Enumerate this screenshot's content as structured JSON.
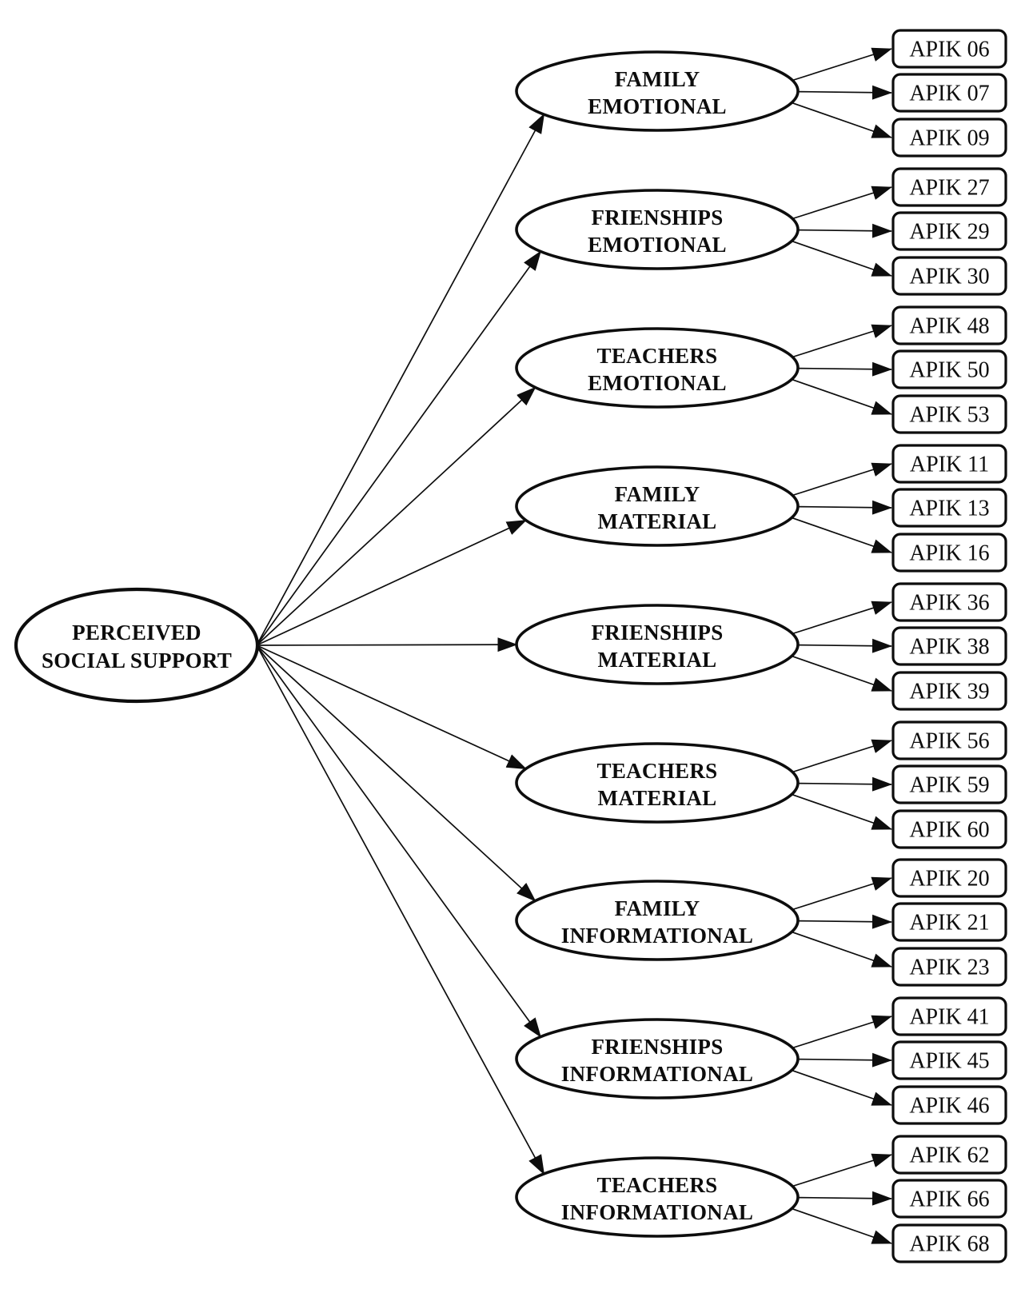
{
  "figure": {
    "type": "cfa-path-diagram",
    "colors": {
      "ink": "#0d0d0d",
      "node_fill": "#ffffff",
      "background": "#ffffff"
    },
    "root": {
      "label_lines": [
        "PERCEIVED",
        "SOCIAL SUPPORT"
      ]
    },
    "factors": [
      {
        "label_lines": [
          "FAMILY",
          "EMOTIONAL"
        ],
        "items": [
          "APIK 06",
          "APIK 07",
          "APIK 09"
        ]
      },
      {
        "label_lines": [
          "FRIENSHIPS",
          "EMOTIONAL"
        ],
        "items": [
          "APIK 27",
          "APIK 29",
          "APIK 30"
        ]
      },
      {
        "label_lines": [
          "TEACHERS",
          "EMOTIONAL"
        ],
        "items": [
          "APIK 48",
          "APIK 50",
          "APIK 53"
        ]
      },
      {
        "label_lines": [
          "FAMILY",
          "MATERIAL"
        ],
        "items": [
          "APIK 11",
          "APIK 13",
          "APIK 16"
        ]
      },
      {
        "label_lines": [
          "FRIENSHIPS",
          "MATERIAL"
        ],
        "items": [
          "APIK 36",
          "APIK 38",
          "APIK 39"
        ]
      },
      {
        "label_lines": [
          "TEACHERS",
          "MATERIAL"
        ],
        "items": [
          "APIK 56",
          "APIK 59",
          "APIK 60"
        ]
      },
      {
        "label_lines": [
          "FAMILY",
          "INFORMATIONAL"
        ],
        "items": [
          "APIK 20",
          "APIK 21",
          "APIK 23"
        ]
      },
      {
        "label_lines": [
          "FRIENSHIPS",
          "INFORMATIONAL"
        ],
        "items": [
          "APIK 41",
          "APIK 45",
          "APIK 46"
        ]
      },
      {
        "label_lines": [
          "TEACHERS",
          "INFORMATIONAL"
        ],
        "items": [
          "APIK 62",
          "APIK 66",
          "APIK 68"
        ]
      }
    ]
  }
}
